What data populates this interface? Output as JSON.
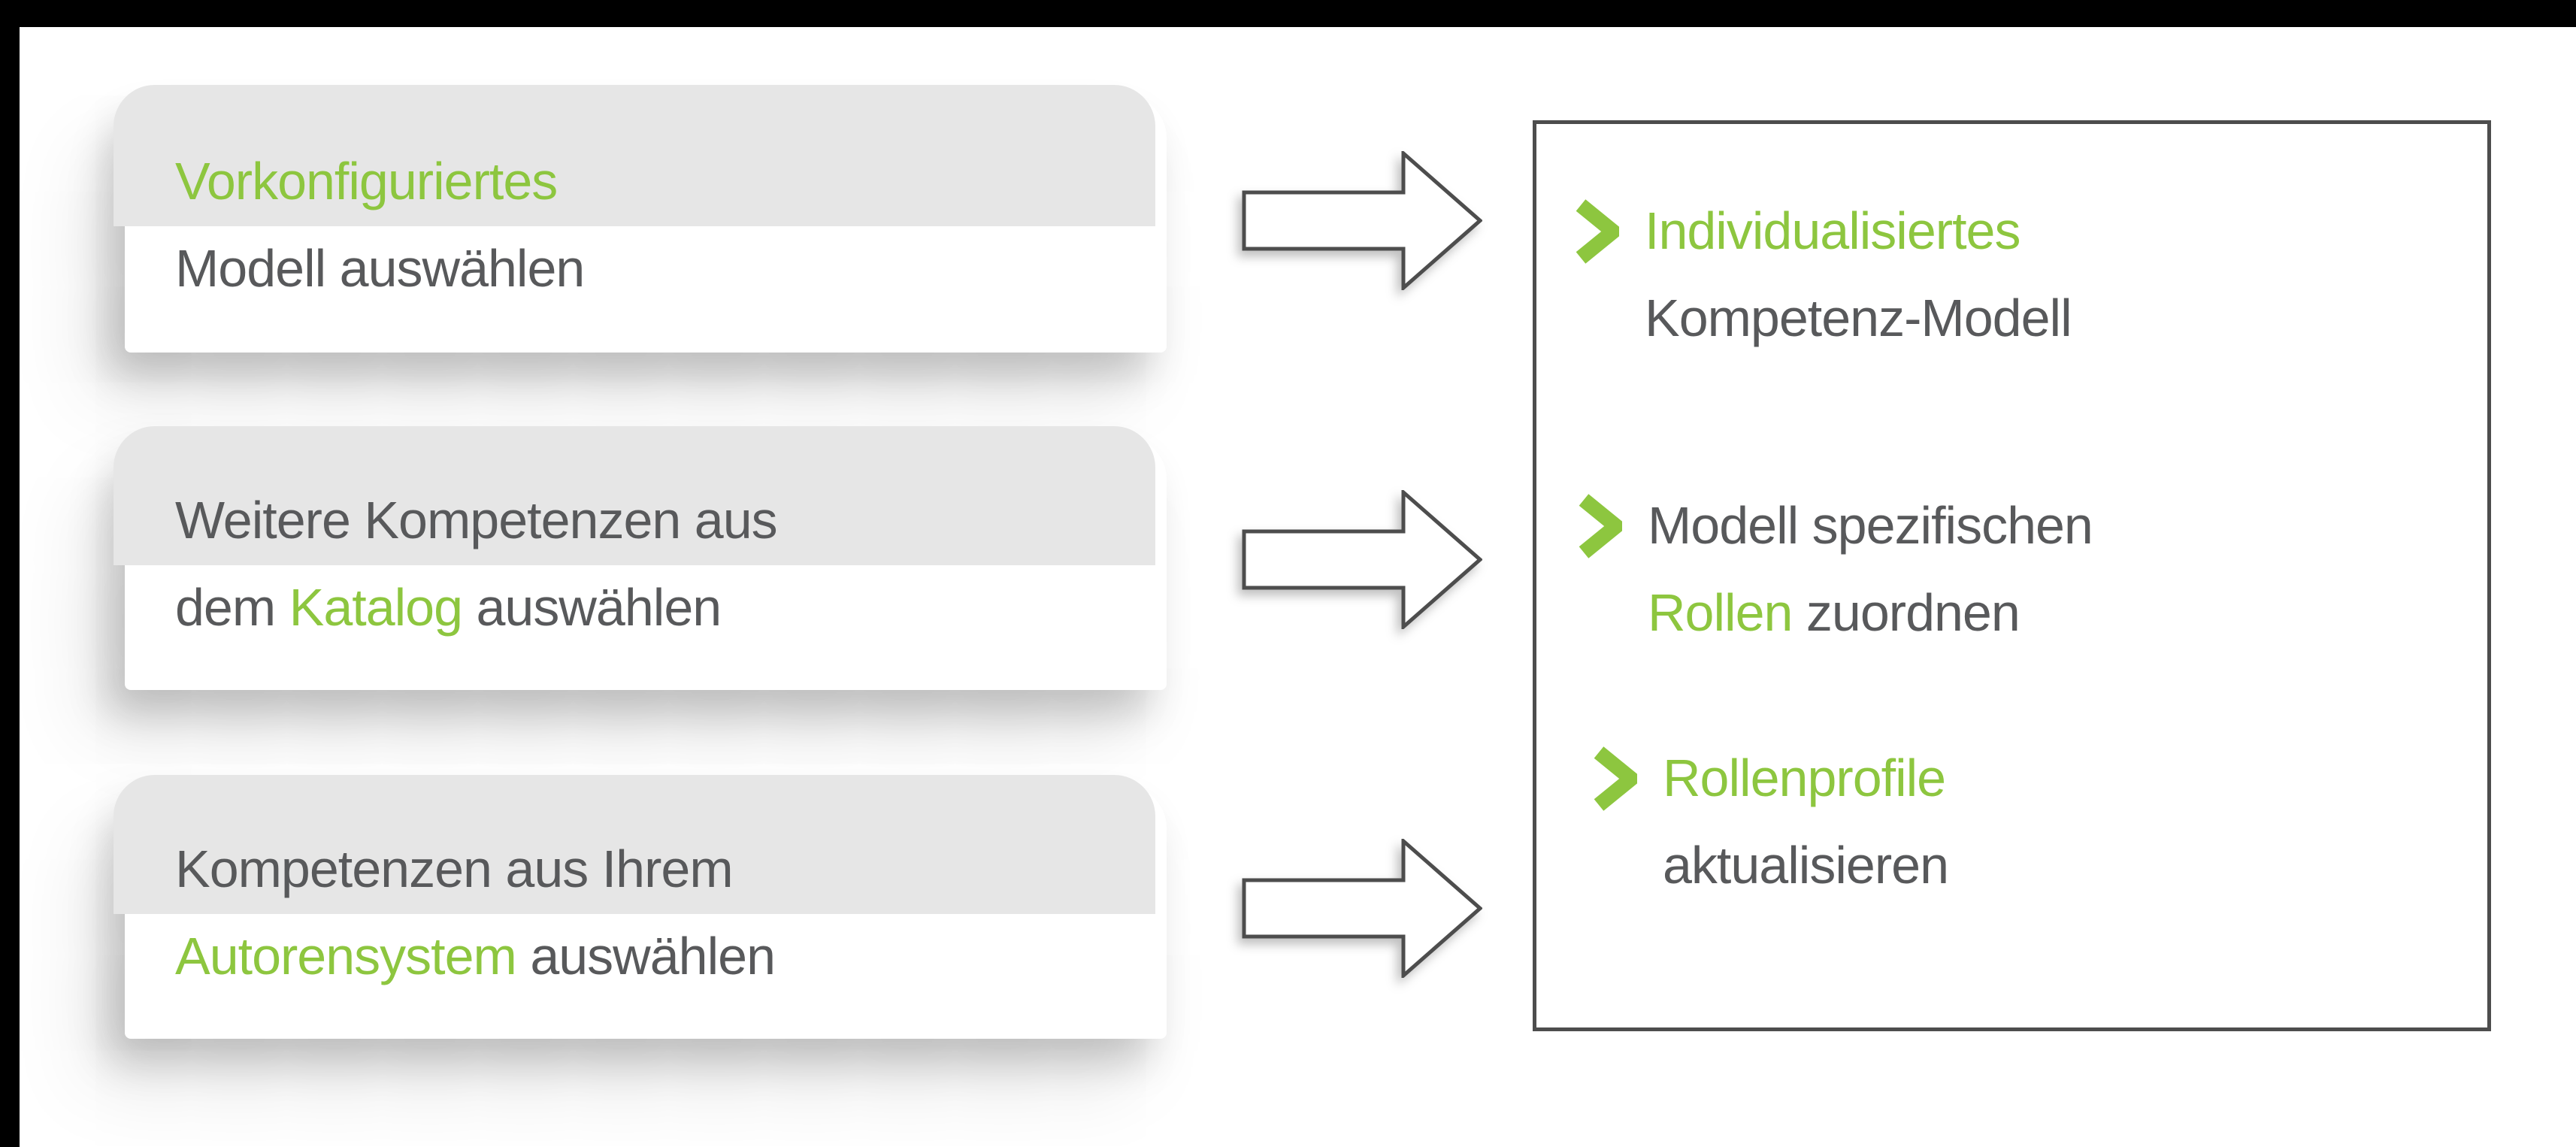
{
  "colors": {
    "accent_green": "#8dc63f",
    "text_gray": "#58595b",
    "outline_gray": "#4d4d4d",
    "letterbox_black": "#000000"
  },
  "icons": {
    "arrow_right": "block-arrow-right",
    "bullet": "chevron-right"
  },
  "cards": [
    {
      "lines": [
        {
          "segments": [
            {
              "text": "Vorkonfiguriertes",
              "color": "green"
            }
          ]
        },
        {
          "segments": [
            {
              "text": "Modell auswählen",
              "color": "gray"
            }
          ]
        }
      ]
    },
    {
      "lines": [
        {
          "segments": [
            {
              "text": "Weitere Kompetenzen aus",
              "color": "gray"
            }
          ]
        },
        {
          "segments": [
            {
              "text": "dem ",
              "color": "gray"
            },
            {
              "text": "Katalog",
              "color": "green"
            },
            {
              "text": " auswählen",
              "color": "gray"
            }
          ]
        }
      ]
    },
    {
      "lines": [
        {
          "segments": [
            {
              "text": "Kompetenzen aus Ihrem",
              "color": "gray"
            }
          ]
        },
        {
          "segments": [
            {
              "text": "Autorensystem",
              "color": "green"
            },
            {
              "text": " auswählen",
              "color": "gray"
            }
          ]
        }
      ]
    }
  ],
  "result_box": {
    "items": [
      {
        "lines": [
          {
            "segments": [
              {
                "text": "Individualisiertes",
                "color": "green"
              }
            ]
          },
          {
            "segments": [
              {
                "text": "Kompetenz-Modell",
                "color": "gray"
              }
            ]
          }
        ]
      },
      {
        "lines": [
          {
            "segments": [
              {
                "text": "Modell spezifischen",
                "color": "gray"
              }
            ]
          },
          {
            "segments": [
              {
                "text": "Rollen",
                "color": "green"
              },
              {
                "text": " zuordnen",
                "color": "gray"
              }
            ]
          }
        ]
      },
      {
        "lines": [
          {
            "segments": [
              {
                "text": "Rollenprofile",
                "color": "green"
              }
            ]
          },
          {
            "segments": [
              {
                "text": "aktualisieren",
                "color": "gray"
              }
            ]
          }
        ]
      }
    ]
  }
}
